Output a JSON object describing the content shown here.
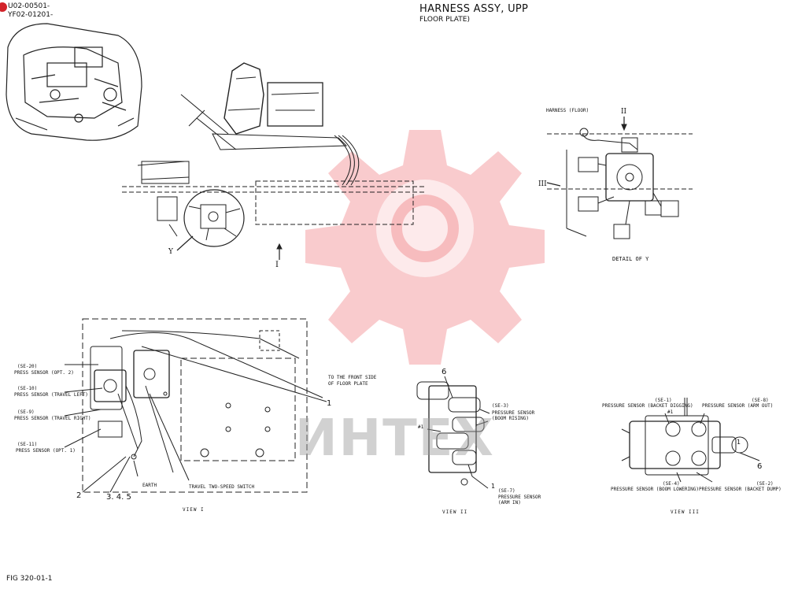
{
  "header": {
    "codes": [
      "U02-00501-",
      "YF02-01201-"
    ],
    "title": "HARNESS ASSY, UPP",
    "subtitle": "FLOOR PLATE)"
  },
  "watermark": {
    "text": "ИНТЕХ",
    "color": "#e8444a"
  },
  "top_view": {
    "arrow_label": "I",
    "detail_marker": "Y"
  },
  "detail": {
    "harness_label": "HARNESS (FLOOR)",
    "marker_2": "II",
    "marker_3": "III",
    "caption": "DETAIL OF Y"
  },
  "view1": {
    "sensors": [
      {
        "code": "(SE-20)",
        "desc": "PRESS SENSOR (OPT. 2)"
      },
      {
        "code": "(SE-10)",
        "desc": "PRESS SENSOR (TRAVEL LEFT)"
      },
      {
        "code": "(SE-9)",
        "desc": "PRESS SENSOR (TRAVEL RIGHT)"
      },
      {
        "code": "(SE-11)",
        "desc": "PRESS SENSOR (OPT. 1)"
      }
    ],
    "front_side": "TO THE FRONT SIDE OF FLOOR PLATE",
    "ref_1": "1",
    "ref_2": "2",
    "ref_345": "3. 4. 5",
    "earth": "EARTH",
    "travel_switch": "TRAVEL TWO-SPEED SWITCH",
    "caption": "VIEW I"
  },
  "view2": {
    "ref_6": "6",
    "mark_1": "#1",
    "se3_code": "(SE-3)",
    "se3_desc": "PRESSURE SENSOR (BOOM RISING)",
    "se7_code": "(SE-7)",
    "se7_desc": "PRESSURE SENSOR (ARM IN)",
    "ref_1": "1",
    "caption": "VIEW II"
  },
  "view3": {
    "se1_code": "(SE-1)",
    "se1_desc": "PRESSURE SENSOR (BACKET DIGGING)",
    "se8_code": "(SE-8)",
    "se8_desc": "PRESSURE SENSOR (ARM OUT)",
    "mark_1": "#1",
    "ref_6": "6",
    "ref_1": "1",
    "se4_code": "(SE-4)",
    "se4_desc": "PRESSURE SENSOR (BOOM LOWERING)",
    "se2_code": "(SE-2)",
    "se2_desc": "PRESSURE SENSOR (BACKET DUMP)",
    "caption": "VIEW III"
  },
  "footer": {
    "fig": "FIG 320-01-1"
  }
}
